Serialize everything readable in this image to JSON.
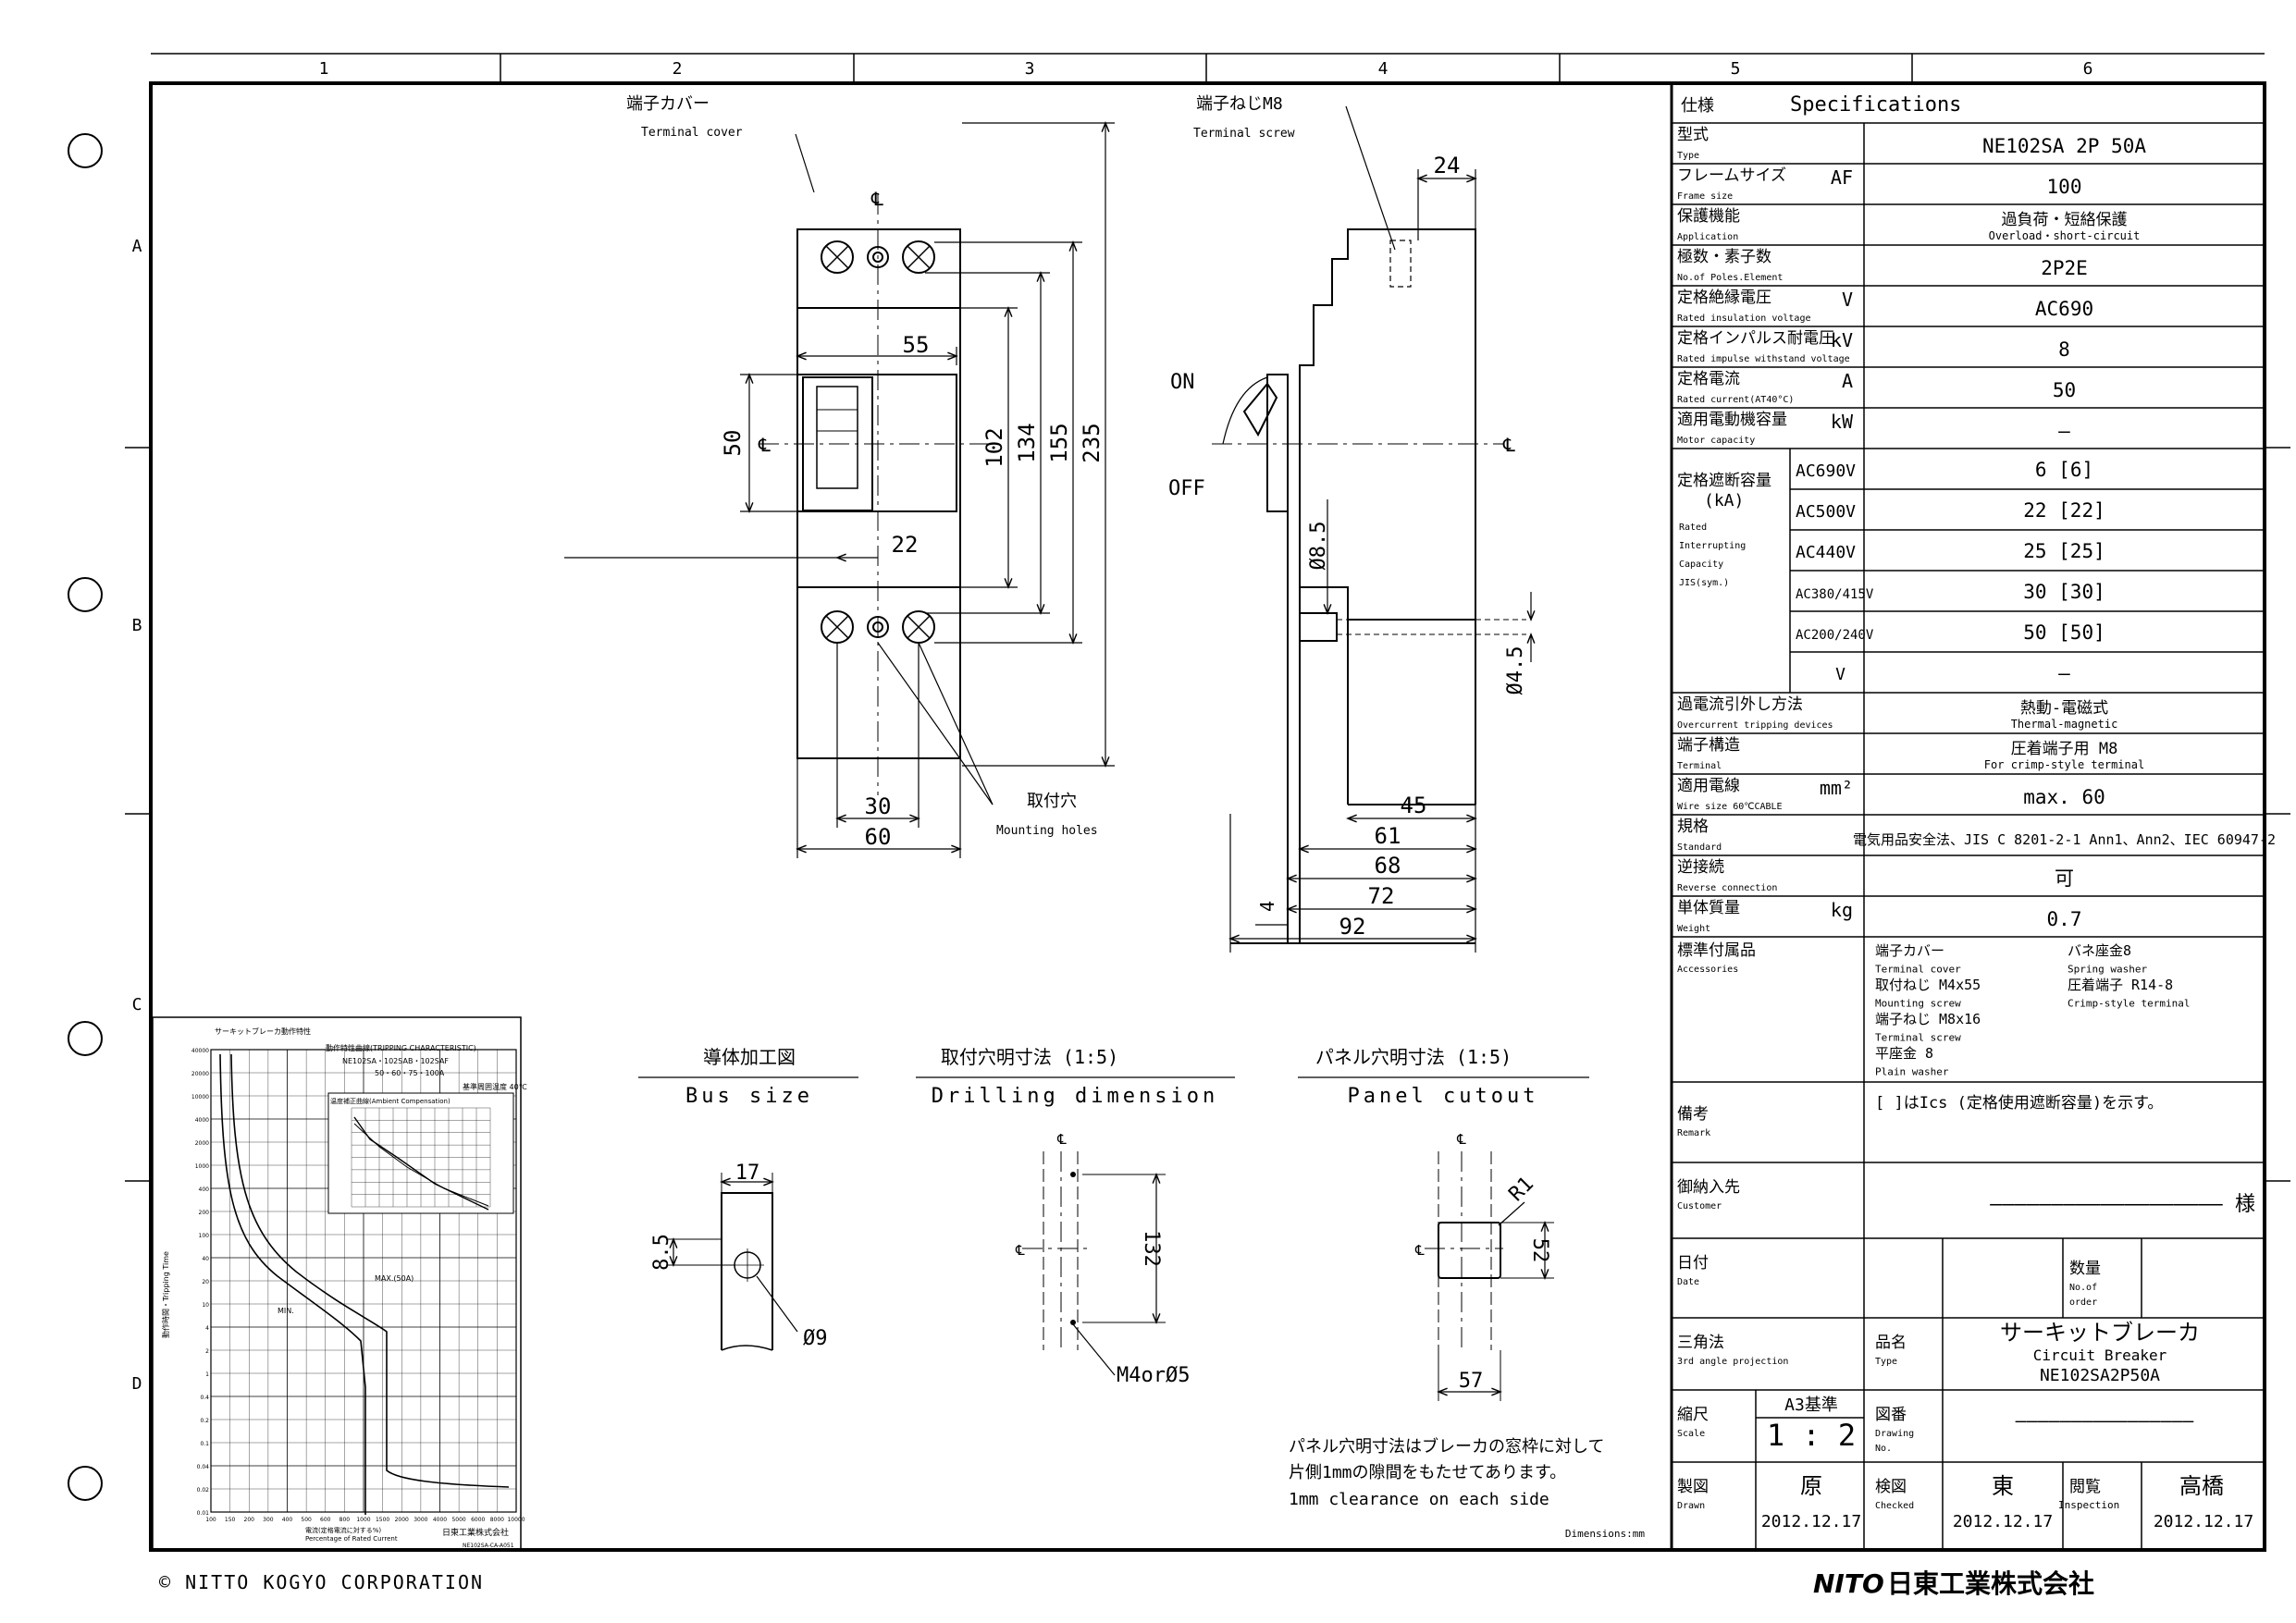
{
  "grid": {
    "cols": [
      "1",
      "2",
      "3",
      "4",
      "5",
      "6"
    ],
    "rows": [
      "A",
      "B",
      "C",
      "D"
    ]
  },
  "drawing": {
    "terminal_cover_jp": "端子カバー",
    "terminal_cover_en": "Terminal cover",
    "terminal_screw_jp": "端子ねじM8",
    "terminal_screw_en": "Terminal screw",
    "mount_holes_jp": "取付穴",
    "mount_holes_en": "Mounting holes",
    "on": "ON",
    "off": "OFF",
    "cl": "℄",
    "d55": "55",
    "d50": "50",
    "d22": "22",
    "d102": "102",
    "d134": "134",
    "d155": "155",
    "d235": "235",
    "d30": "30",
    "d60": "60",
    "d24": "24",
    "d85": "Ø8.5",
    "d45dia": "Ø4.5",
    "d45": "45",
    "d61": "61",
    "d68": "68",
    "d72": "72",
    "d92": "92",
    "d4": "4"
  },
  "detail": {
    "bus_jp": "導体加工図",
    "bus_en": "Bus size",
    "drill_jp": "取付穴明寸法 (1:5)",
    "drill_en": "Drilling dimension",
    "panel_jp": "パネル穴明寸法 (1:5)",
    "panel_en": "Panel cutout",
    "d17": "17",
    "d85": "8.5",
    "d9": "Ø9",
    "d132": "132",
    "m4": "M4orØ5",
    "r1": "R1",
    "d52": "52",
    "d57": "57",
    "note1": "パネル穴明寸法はブレーカの窓枠に対して",
    "note2": "片側1mmの隙間をもたせてあります。",
    "note3": "1mm clearance on each side",
    "dims": "Dimensions:mm"
  },
  "curve": {
    "title": "サーキットブレーカ動作特性",
    "hd1": "動作特性曲線(TRIPPING CHARACTERISTIC)",
    "hd2": "NE102SA・102SAB・102SAF",
    "hd3": "50・60・75・100A",
    "hd4": "基準周囲温度 40℃",
    "ambient": "温度補正曲線(Ambient Compensation)",
    "min": "MIN.",
    "max": "MAX.(50A)",
    "ylab": "動作時間・Tripping Time",
    "xlab": "電流(定格電流に対する%)",
    "xlab2": "Percentage of Rated Current",
    "maker": "日東工業株式会社",
    "code": "NE102SA-CA-A051",
    "yticks": [
      "40000",
      "20000",
      "10000",
      "4000",
      "2000",
      "1000",
      "400",
      "200",
      "100",
      "40",
      "20",
      "10",
      "4",
      "2",
      "1",
      "0.4",
      "0.2",
      "0.1",
      "0.04",
      "0.02",
      "0.01"
    ],
    "xticks": [
      "100",
      "150",
      "200",
      "300",
      "400",
      "500",
      "600",
      "800",
      "1000",
      "1500",
      "2000",
      "3000",
      "4000",
      "5000",
      "6000",
      "8000",
      "10000"
    ]
  },
  "spec": {
    "header_jp": "仕様",
    "header_en": "Specifications",
    "rows": [
      {
        "jp": "型式",
        "en": "Type",
        "unit": "",
        "val": "NE102SA 2P 50A",
        "val2": ""
      },
      {
        "jp": "フレームサイズ",
        "en": "Frame size",
        "unit": "AF",
        "val": "100",
        "val2": ""
      },
      {
        "jp": "保護機能",
        "en": "Application",
        "unit": "",
        "val": "過負荷・短絡保護",
        "val2": "Overload・short-circuit"
      },
      {
        "jp": "極数・素子数",
        "en": "No.of Poles.Element",
        "unit": "",
        "val": "2P2E",
        "val2": ""
      },
      {
        "jp": "定格絶縁電圧",
        "en": "Rated insulation voltage",
        "unit": "V",
        "val": "AC690",
        "val2": ""
      },
      {
        "jp": "定格インパルス耐電圧",
        "en": "Rated impulse withstand voltage",
        "unit": "kV",
        "val": "8",
        "val2": ""
      },
      {
        "jp": "定格電流",
        "en": "Rated current(AT40°C)",
        "unit": "A",
        "val": "50",
        "val2": ""
      },
      {
        "jp": "適用電動機容量",
        "en": "Motor capacity",
        "unit": "kW",
        "val": "–",
        "val2": ""
      }
    ],
    "ic_jp": "定格遮断容量",
    "ic_unit": "(kA)",
    "ic_en": [
      "Rated",
      "Interrupting",
      "Capacity",
      "JIS(sym.)"
    ],
    "ic_rows": [
      {
        "v": "AC690V",
        "val": "6 [6]"
      },
      {
        "v": "AC500V",
        "val": "22 [22]"
      },
      {
        "v": "AC440V",
        "val": "25 [25]"
      },
      {
        "v": "AC380/415V",
        "val": "30 [30]"
      },
      {
        "v": "AC200/240V",
        "val": "50 [50]"
      },
      {
        "v": "V",
        "val": "–"
      }
    ],
    "rows2": [
      {
        "jp": "過電流引外し方法",
        "en": "Overcurrent tripping devices",
        "unit": "",
        "val": "熱動-電磁式",
        "val2": "Thermal-magnetic"
      },
      {
        "jp": "端子構造",
        "en": "Terminal",
        "unit": "",
        "val": "圧着端子用 M8",
        "val2": "For crimp-style terminal"
      },
      {
        "jp": "適用電線",
        "en": "Wire size 60℃CABLE",
        "unit": "mm²",
        "val": "max. 60",
        "val2": ""
      },
      {
        "jp": "規格",
        "en": "Standard",
        "unit": "",
        "val": "電気用品安全法、JIS C 8201-2-1 Ann1、Ann2、IEC 60947-2",
        "val2": ""
      },
      {
        "jp": "逆接続",
        "en": "Reverse connection",
        "unit": "",
        "val": "可",
        "val2": ""
      },
      {
        "jp": "単体質量",
        "en": "Weight",
        "unit": "kg",
        "val": "0.7",
        "val2": ""
      }
    ],
    "acc_jp": "標準付属品",
    "acc_en": "Accessories",
    "acc": [
      [
        "端子カバー",
        "Terminal cover",
        "取付ねじ M4x55",
        "Mounting screw",
        "端子ねじ M8x16",
        "Terminal screw",
        "平座金 8",
        "Plain washer"
      ],
      [
        "バネ座金8",
        "Spring washer",
        "圧着端子 R14-8",
        "Crimp-style terminal"
      ]
    ],
    "remark_jp": "備考",
    "remark_en": "Remark",
    "remark": "[ ]はIcs (定格使用遮断容量)を示す。",
    "cust_jp": "御納入先",
    "cust_en": "Customer",
    "cust_val": "––––––––––––––––––– 様",
    "date_jp": "日付",
    "date_en": "Date",
    "qty_jp": "数量",
    "qty_en1": "No.of",
    "qty_en2": "order",
    "proj_jp": "三角法",
    "proj_en": "3rd angle projection",
    "name_jp": "品名",
    "name_en": "Type",
    "name1": "サーキットブレーカ",
    "name2": "Circuit Breaker",
    "name3": "NE102SA2P50A",
    "scale_jp": "縮尺",
    "scale_en": "Scale",
    "a3": "A3基準",
    "scale": "1 : 2",
    "dwg_jp": "図番",
    "dwg_en1": "Drawing",
    "dwg_en2": "No.",
    "dwg_val": "––––––––––––––––",
    "drawn_jp": "製図",
    "drawn_en": "Drawn",
    "drawn": "原",
    "drawn_d": "2012.12.17",
    "check_jp": "検図",
    "check_en": "Checked",
    "check": "東",
    "check_d": "2012.12.17",
    "insp_jp": "閲覧",
    "insp_en": "Inspection",
    "insp": "高橋",
    "insp_d": "2012.12.17"
  },
  "footer": {
    "copyright": "© NITTO KOGYO CORPORATION",
    "logo": "NITO",
    "logo_jp": "日東工業株式会社"
  }
}
